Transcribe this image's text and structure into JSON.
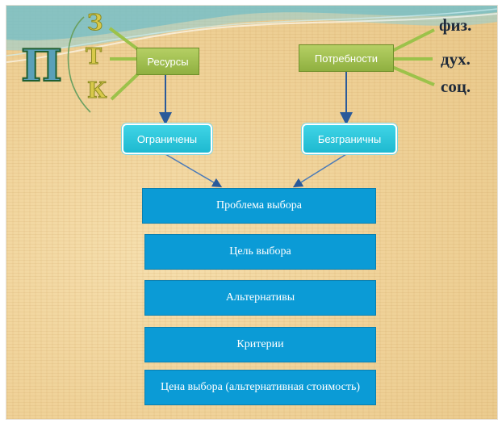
{
  "diagram": {
    "main_letter": "П",
    "resource_letters": [
      "З",
      "Т",
      "К"
    ],
    "resources_label": "Ресурсы",
    "needs_label": "Потребности",
    "needs_types": [
      "физ.",
      "дух.",
      "соц."
    ],
    "limited_label": "Ограничены",
    "unlimited_label": "Безграничны",
    "steps": [
      "Проблема выбора",
      "Цель выбора",
      "Альтернативы",
      "Критерии",
      "Цена выбора (альтернативная стоимость)"
    ]
  },
  "colors": {
    "green_box": "#9fbf4f",
    "cyan_box": "#27c3d8",
    "blue_box": "#0b9bd6",
    "arrow": "#2a5a9a",
    "connector": "#9cc24a"
  }
}
